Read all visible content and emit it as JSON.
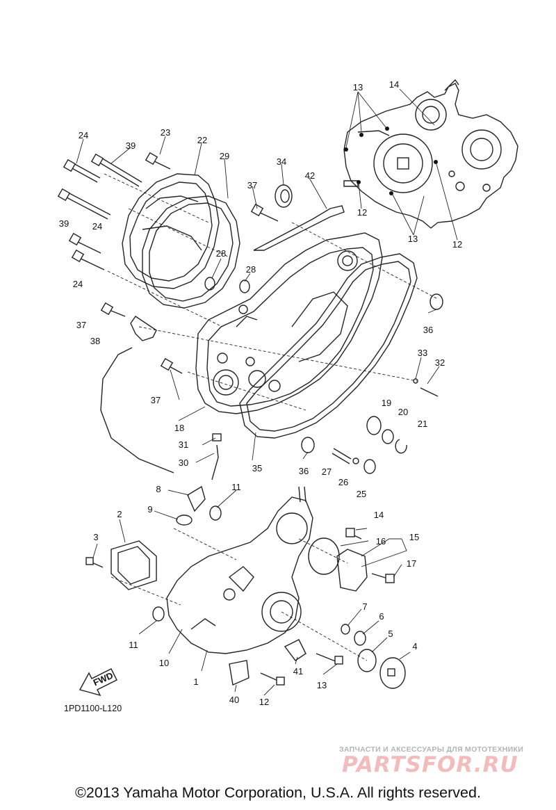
{
  "diagram": {
    "diagram_code": "1PD1100-L120",
    "fwd_label": "FWD",
    "callouts": [
      "13",
      "14",
      "12",
      "13",
      "12",
      "24",
      "39",
      "23",
      "22",
      "29",
      "34",
      "42",
      "37",
      "39",
      "24",
      "24",
      "28",
      "28",
      "37",
      "38",
      "36",
      "33",
      "32",
      "37",
      "18",
      "31",
      "30",
      "19",
      "20",
      "21",
      "36",
      "27",
      "26",
      "25",
      "35",
      "8",
      "11",
      "9",
      "2",
      "3",
      "14",
      "16",
      "15",
      "17",
      "7",
      "6",
      "5",
      "4",
      "11",
      "10",
      "1",
      "41",
      "13",
      "40",
      "12"
    ]
  },
  "footer": {
    "watermark_small": "ЗАПЧАСТИ И АКСЕССУАРЫ ДЛЯ МОТОТЕХНИКИ",
    "watermark_brand": "PARTSFOR.RU",
    "copyright": "©2013 Yamaha Motor Corporation, U.S.A. All rights reserved."
  }
}
